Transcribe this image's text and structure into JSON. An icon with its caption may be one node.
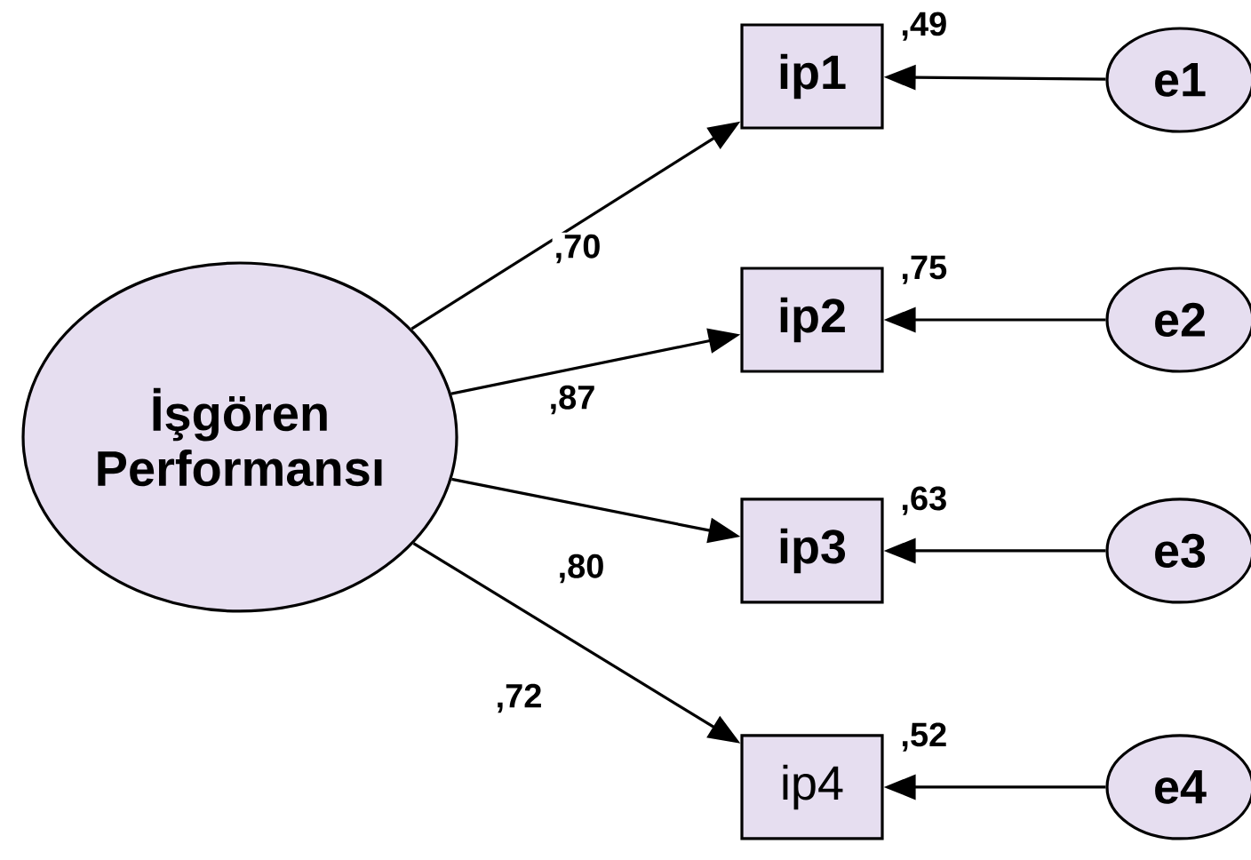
{
  "diagram": {
    "nodes": [
      {
        "text": [
          "İşgören Performansı"
        ]
      },
      {
        "text": [
          "ip1"
        ],
        "beside": [
          ",49"
        ]
      },
      {
        "text": [
          "ip2"
        ],
        "beside": [
          ",75"
        ]
      },
      {
        "text": [
          "ip3"
        ],
        "beside": [
          ",63"
        ]
      },
      {
        "text": [
          "ip4"
        ],
        "beside": [
          ",52"
        ]
      },
      {
        "text": [
          "e1"
        ]
      },
      {
        "text": [
          "e2"
        ]
      },
      {
        "text": [
          "e3"
        ]
      },
      {
        "text": [
          "e4"
        ]
      }
    ],
    "edges": [
      {
        "from": 0,
        "to": 1,
        "arrow": "to",
        "label": ",70"
      },
      {
        "from": 0,
        "to": 2,
        "arrow": "to",
        "label": ",87"
      },
      {
        "from": 0,
        "to": 3,
        "arrow": "to",
        "label": ",80"
      },
      {
        "from": 0,
        "to": 4,
        "arrow": "to",
        "label": ",72"
      },
      {
        "from": 5,
        "to": 1,
        "arrow": "to"
      },
      {
        "from": 6,
        "to": 2,
        "arrow": "to"
      },
      {
        "from": 7,
        "to": 3,
        "arrow": "to"
      },
      {
        "from": 8,
        "to": 4,
        "arrow": "to"
      }
    ]
  }
}
